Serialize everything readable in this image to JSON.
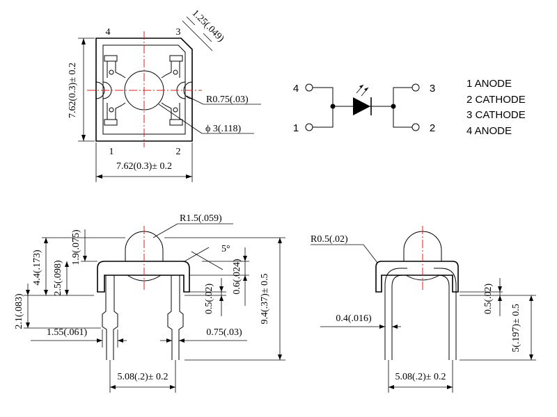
{
  "top_view": {
    "pin_labels": [
      "4",
      "3",
      "1",
      "2"
    ],
    "dim_height": "7.62(0.3)± 0.2",
    "dim_width": "7.62(0.3)± 0.2",
    "dim_chamfer": "1.25(.049)",
    "dim_notch_radius": "R0.75(.03)",
    "dim_lens_dia": "ϕ 3(.118)"
  },
  "schematic": {
    "pin_labels": [
      "4",
      "3",
      "1",
      "2"
    ]
  },
  "pin_legend": [
    "1 ANODE",
    "2 CATHODE",
    "3 CATHODE",
    "4 ANODE"
  ],
  "side_view": {
    "dim_dome_radius": "R1.5(.059)",
    "dim_angle": "5°",
    "dim_h1": "4.4(.173)",
    "dim_h2": "1.9(.075)",
    "dim_h3": "2.5(.098)",
    "dim_h4": "2.1(.083)",
    "dim_h5": "0.6(.024)",
    "dim_h6": "0.5(.02)",
    "dim_total": "9.4(.37)± 0.5",
    "dim_lead_w1": "1.55(.061)",
    "dim_lead_w2": "0.75(.03)",
    "dim_pitch": "5.08(.2)± 0.2"
  },
  "end_view": {
    "dim_corner_radius": "R0.5(.02)",
    "dim_offset": "0.5(.02)",
    "dim_lead_thk": "0.4(.016)",
    "dim_lead_len": "5(.197)± 0.5",
    "dim_pitch": "5.08(.2)± 0.2"
  }
}
